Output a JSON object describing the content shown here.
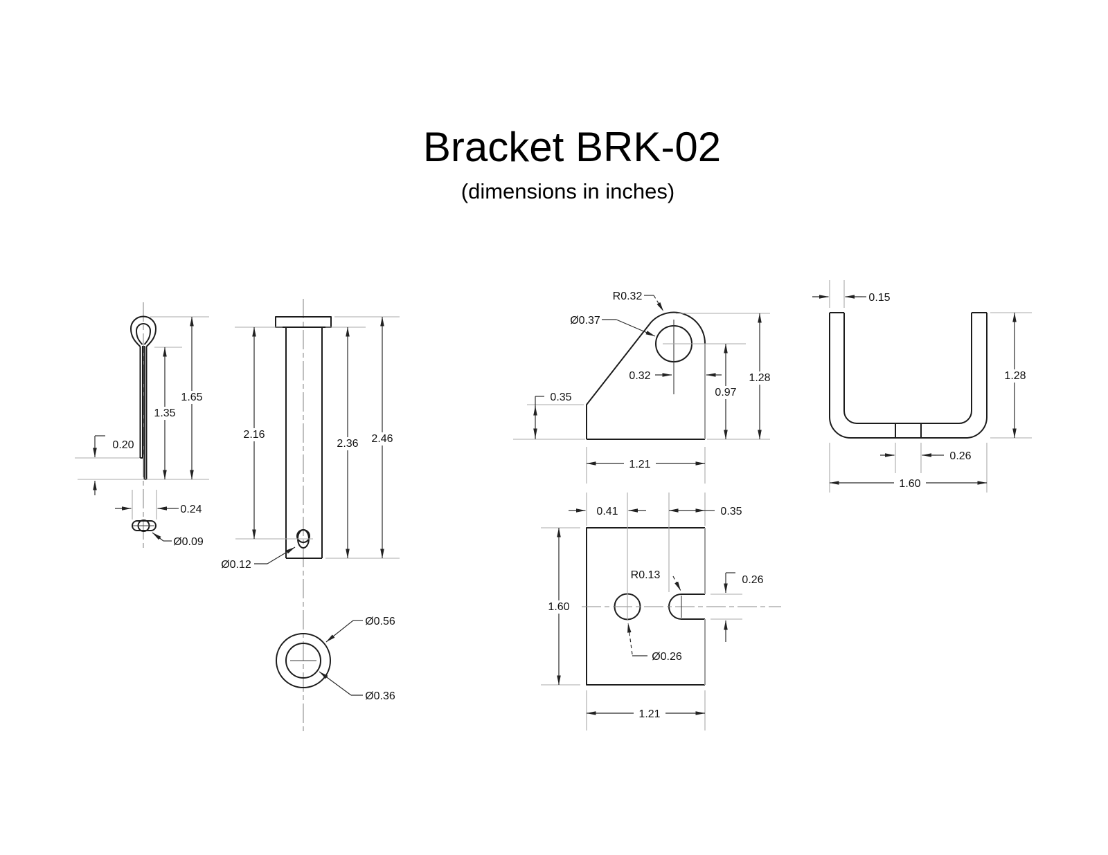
{
  "title": "Bracket BRK-02",
  "subtitle": "(dimensions in inches)",
  "views": {
    "cotter_pin_side": {
      "total_length": "1.65",
      "prong_length": "1.35",
      "prong_offset": "0.20"
    },
    "cotter_pin_end": {
      "eye_width": "0.24",
      "wire_diameter": "Ø0.09"
    },
    "clevis_pin_side": {
      "head_to_hole": "2.16",
      "shank_length": "2.36",
      "overall_length": "2.46",
      "hole_diameter": "Ø0.12"
    },
    "clevis_pin_end": {
      "head_diameter": "Ø0.56",
      "shank_diameter": "Ø0.36"
    },
    "bracket_side": {
      "lug_radius": "R0.32",
      "hole_diameter": "Ø0.37",
      "hole_to_edge": "0.32",
      "hole_height": "0.97",
      "overall_height": "1.28",
      "heel_height": "0.35",
      "base_width": "1.21"
    },
    "bracket_front": {
      "wall_thickness": "0.15",
      "overall_height": "1.28",
      "slot_width": "0.26",
      "overall_width": "1.60"
    },
    "bracket_top": {
      "hole_offset": "0.41",
      "slot_depth": "0.35",
      "overall_depth": "1.60",
      "slot_radius": "R0.13",
      "hole_diameter": "Ø0.26",
      "slot_width": "0.26",
      "overall_width": "1.21"
    }
  }
}
